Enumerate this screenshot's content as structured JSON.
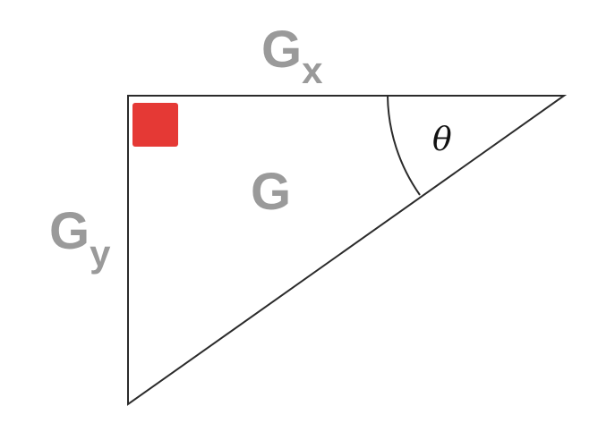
{
  "labels": {
    "top_side": {
      "main": "G",
      "sub": "x"
    },
    "left_side": {
      "main": "G",
      "sub": "y"
    },
    "hypotenuse_region": "G",
    "angle": "θ"
  },
  "colors": {
    "stroke": "#2b2b2b",
    "label": "#9a9a9a",
    "right_angle_marker": "#e53935",
    "background": "#ffffff"
  }
}
